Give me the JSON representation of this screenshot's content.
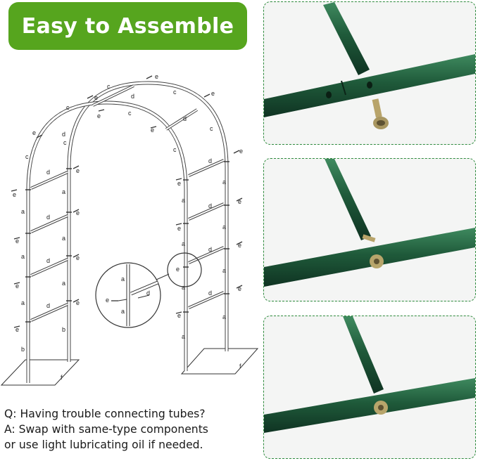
{
  "banner": {
    "title": "Easy to Assemble"
  },
  "diagram": {
    "part_labels": {
      "a": "a",
      "b": "b",
      "c": "c",
      "d": "d",
      "e": "e",
      "f": "f"
    }
  },
  "faq": {
    "line1": "Q: Having trouble connecting tubes?",
    "line2": "A: Swap with same-type components",
    "line3": "or use light lubricating oil if needed."
  },
  "colors": {
    "banner_green": "#56a51e",
    "tube_green": "#1f5a3a",
    "dashed_border": "#2e8b3d"
  },
  "photos": [
    {
      "icon": "tube-joint-photo-screw-loose"
    },
    {
      "icon": "tube-joint-photo-screw-inserting"
    },
    {
      "icon": "tube-joint-photo-screw-tightened"
    }
  ]
}
